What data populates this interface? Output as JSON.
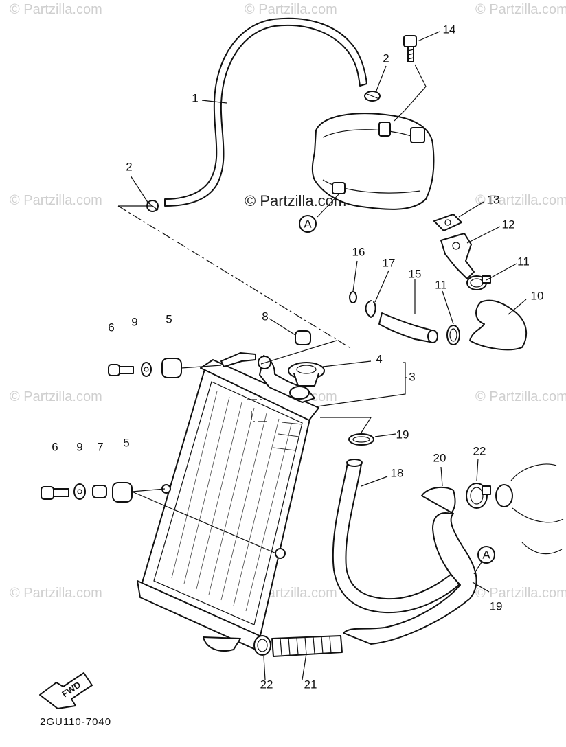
{
  "watermark": "© Partzilla.com",
  "diagram_code": "2GU110-7040",
  "fwd_label": "FWD",
  "marker_a": "A",
  "callouts": {
    "c1": "1",
    "c2a": "2",
    "c2b": "2",
    "c3": "3",
    "c4": "4",
    "c5a": "5",
    "c5b": "5",
    "c6a": "6",
    "c6b": "6",
    "c7": "7",
    "c8": "8",
    "c9a": "9",
    "c9b": "9",
    "c10": "10",
    "c11a": "11",
    "c11b": "11",
    "c12": "12",
    "c13": "13",
    "c14": "14",
    "c15": "15",
    "c16": "16",
    "c17": "17",
    "c18": "18",
    "c19a": "19",
    "c19b": "19",
    "c20": "20",
    "c21": "21",
    "c22a": "22",
    "c22b": "22"
  }
}
